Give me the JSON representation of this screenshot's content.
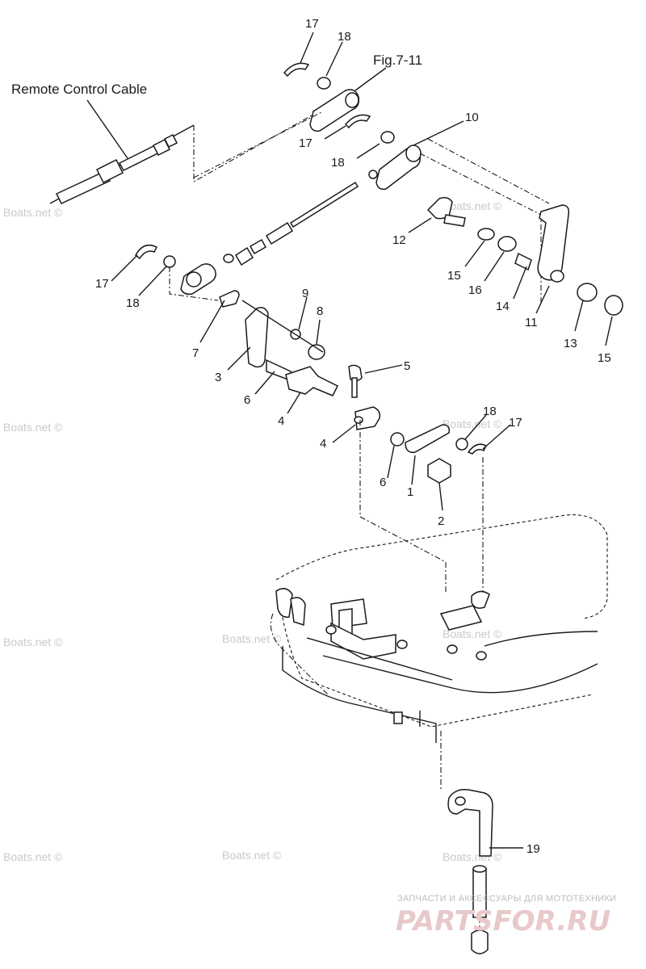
{
  "title": "Remote Control Cable",
  "figure_ref": "Fig.7-11",
  "watermark": "Boats.net ©",
  "brand": {
    "tagline": "ЗАПЧАСТИ И АКСЕССУАРЫ ДЛЯ МОТОТЕХНИКИ",
    "logo": "PARTSFOR.RU",
    "logo_color": "#e8c9c9"
  },
  "callouts": {
    "c17a": "17",
    "c18a": "18",
    "c17b": "17",
    "c18b": "18",
    "c10": "10",
    "c12": "12",
    "c15a": "15",
    "c16": "16",
    "c14": "14",
    "c11": "11",
    "c13": "13",
    "c15b": "15",
    "c17c": "17",
    "c18c": "18",
    "c9": "9",
    "c8": "8",
    "c7": "7",
    "c3": "3",
    "c6a": "6",
    "c4a": "4",
    "c5": "5",
    "c4b": "4",
    "c6b": "6",
    "c1": "1",
    "c2": "2",
    "c18d": "18",
    "c17d": "17",
    "c19": "19"
  }
}
